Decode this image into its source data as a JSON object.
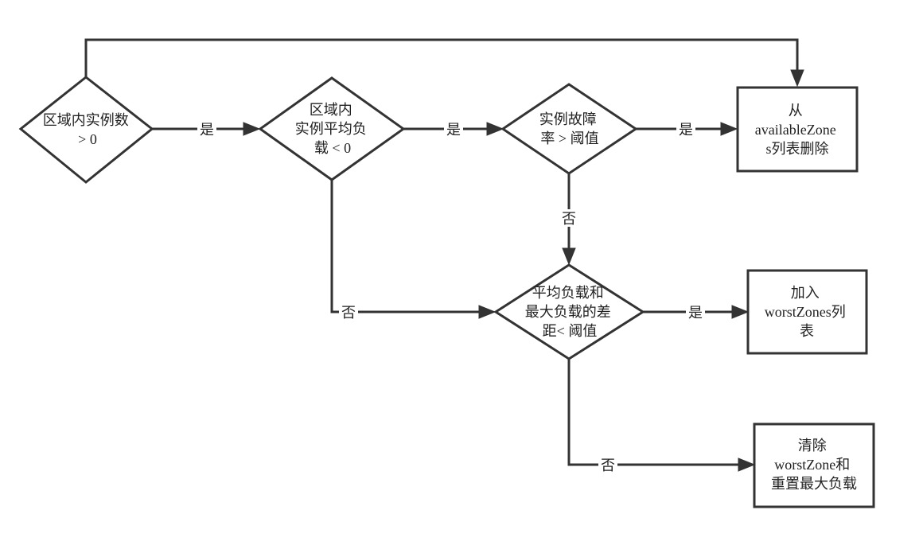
{
  "nodes": {
    "d1": {
      "lines": [
        "区域内实例数",
        "> 0"
      ]
    },
    "d2": {
      "lines": [
        "区域内",
        "实例平均负",
        "载 < 0"
      ]
    },
    "d3": {
      "lines": [
        "实例故障",
        "率 > 阈值"
      ]
    },
    "d4": {
      "lines": [
        "平均负载和",
        "最大负载的差",
        "距< 阈值"
      ]
    },
    "r1": {
      "lines": [
        "从",
        "availableZone",
        "s列表删除"
      ]
    },
    "r2": {
      "lines": [
        "加入",
        "worstZones列",
        "表"
      ]
    },
    "r3": {
      "lines": [
        "清除",
        "worstZone和",
        "重置最大负载"
      ]
    }
  },
  "edge_labels": {
    "d1_d2": "是",
    "d2_d3": "是",
    "d3_r1": "是",
    "d3_d4": "否",
    "d2_d4": "否",
    "d4_r2": "是",
    "d4_r3": "否"
  },
  "colors": {
    "stroke": "#333333",
    "text": "#222222",
    "background": "#ffffff"
  }
}
